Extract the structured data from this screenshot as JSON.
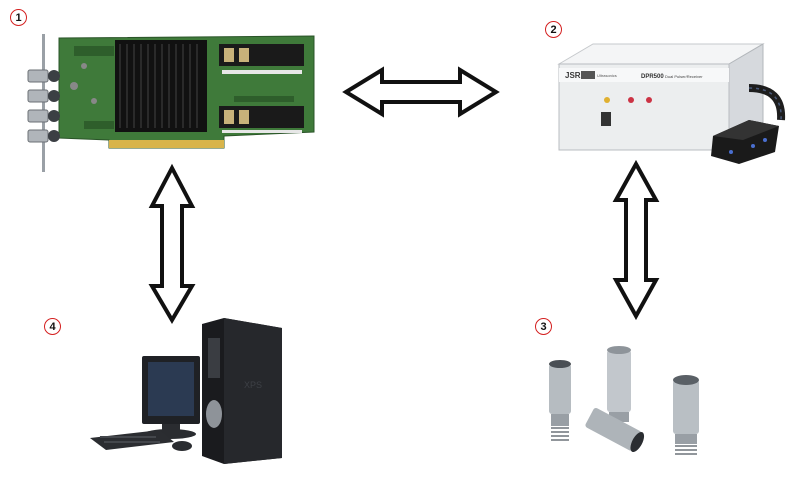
{
  "nodes": [
    {
      "id": "1",
      "label": "1",
      "image": "daq-pcie-card"
    },
    {
      "id": "2",
      "label": "2",
      "image": "pulser-receiver-box"
    },
    {
      "id": "3",
      "label": "3",
      "image": "ultrasonic-transducers"
    },
    {
      "id": "4",
      "label": "4",
      "image": "desktop-computer"
    }
  ],
  "device_text": {
    "brand": "JSR",
    "sub_brand": "Ultrasonics",
    "model": "DPR500",
    "model_desc": "Dual Pulser/Receiver",
    "tower_mark": "XPS"
  },
  "connections": [
    {
      "from": "1",
      "to": "2",
      "type": "bidirectional"
    },
    {
      "from": "1",
      "to": "4",
      "type": "bidirectional"
    },
    {
      "from": "2",
      "to": "3",
      "type": "bidirectional"
    }
  ],
  "colors": {
    "badge_border": "#d42020",
    "arrow_stroke": "#111111",
    "arrow_fill": "#ffffff"
  }
}
